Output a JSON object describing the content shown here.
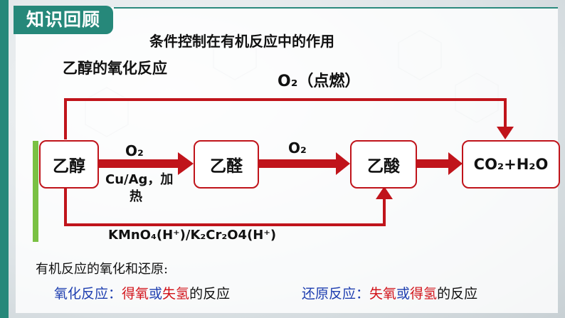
{
  "section_tag": "知识回顾",
  "title": "条件控制在有机反应中的作用",
  "subtitle": "乙醇的氧化反应",
  "boxes": {
    "ethanol": "乙醇",
    "acetaldehyde": "乙醛",
    "acetic_acid": "乙酸",
    "products": "CO₂+H₂O"
  },
  "labels": {
    "top_path": "O₂（点燃）",
    "step1_reagent": "O₂",
    "step1_condition": "Cu/Ag，加",
    "step1_condition_2": "热",
    "step2_reagent": "O₂",
    "bottom_path": "KMnO₄(H⁺)/K₂Cr₂O4(H⁺)"
  },
  "note": "有机反应的氧化和还原:",
  "definitions": {
    "oxidation_term": "氧化反应：",
    "oxidation_a": "得氧",
    "or_1": "或",
    "oxidation_b": "失氢",
    "oxidation_suffix": "的反应",
    "reduction_term": "还原反应：",
    "reduction_a": "失氧",
    "or_2": "或",
    "reduction_b": "得氢",
    "reduction_suffix": "的反应"
  },
  "colors": {
    "accent": "#26887a",
    "arrow": "#c0141b",
    "green_bar": "#7ac143",
    "blue_text": "#1f3fb0",
    "red_text": "#d2141b"
  }
}
